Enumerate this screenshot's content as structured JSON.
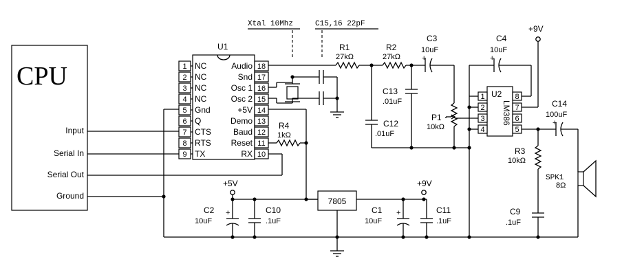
{
  "cpu": {
    "title": "CPU",
    "signals": [
      "Input",
      "Serial In",
      "Serial Out",
      "Ground"
    ]
  },
  "u1": {
    "ref": "U1",
    "left_pins": [
      {
        "num": "1",
        "name": "NC"
      },
      {
        "num": "2",
        "name": "NC"
      },
      {
        "num": "3",
        "name": "NC"
      },
      {
        "num": "4",
        "name": "NC"
      },
      {
        "num": "5",
        "name": "Gnd"
      },
      {
        "num": "6",
        "name": "Q"
      },
      {
        "num": "7",
        "name": "CTS"
      },
      {
        "num": "8",
        "name": "RTS"
      },
      {
        "num": "9",
        "name": "TX"
      }
    ],
    "right_pins": [
      {
        "num": "18",
        "name": "Audio"
      },
      {
        "num": "17",
        "name": "Snd"
      },
      {
        "num": "16",
        "name": "Osc 1"
      },
      {
        "num": "15",
        "name": "Osc 2"
      },
      {
        "num": "14",
        "name": "+5V"
      },
      {
        "num": "13",
        "name": "Demo"
      },
      {
        "num": "12",
        "name": "Baud"
      },
      {
        "num": "11",
        "name": "Reset"
      },
      {
        "num": "10",
        "name": "RX"
      }
    ]
  },
  "u2": {
    "ref": "U2",
    "part": "LM386",
    "left_pins": [
      "1",
      "2",
      "3",
      "4"
    ],
    "right_pins": [
      "8",
      "7",
      "6",
      "5"
    ]
  },
  "annotations": {
    "xtal": "Xtal 10Mhz",
    "c15_16": "C15,16  22pF"
  },
  "components": {
    "r1": {
      "ref": "R1",
      "value": "27kΩ"
    },
    "r2": {
      "ref": "R2",
      "value": "27kΩ"
    },
    "r3": {
      "ref": "R3",
      "value": "10kΩ"
    },
    "r4": {
      "ref": "R4",
      "value": "1kΩ"
    },
    "c1": {
      "ref": "C1",
      "value": "10uF"
    },
    "c2": {
      "ref": "C2",
      "value": "10uF"
    },
    "c3": {
      "ref": "C3",
      "value": "10uF"
    },
    "c4": {
      "ref": "C4",
      "value": "10uF"
    },
    "c9": {
      "ref": "C9",
      "value": ".1uF"
    },
    "c10": {
      "ref": "C10",
      "value": ".1uF"
    },
    "c11": {
      "ref": "C11",
      "value": ".1uF"
    },
    "c12": {
      "ref": "C12",
      "value": ".01uF"
    },
    "c13": {
      "ref": "C13",
      "value": ".01uF"
    },
    "c14": {
      "ref": "C14",
      "value": "100uF"
    },
    "p1": {
      "ref": "P1",
      "value": "10kΩ"
    },
    "spk1": {
      "ref": "SPK1",
      "value": "8Ω"
    },
    "regulator": {
      "part": "7805"
    }
  },
  "supplies": {
    "plus5": "+5V",
    "plus9": "+9V",
    "plus_sign": "+"
  }
}
